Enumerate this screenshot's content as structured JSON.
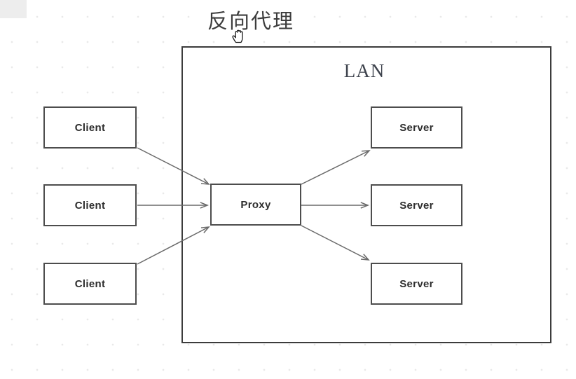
{
  "title": "反向代理",
  "cursor_icon": "grab-hand-cursor",
  "diagram": {
    "lan_label": "LAN",
    "nodes": [
      {
        "id": "client-1",
        "label": "Client"
      },
      {
        "id": "client-2",
        "label": "Client"
      },
      {
        "id": "client-3",
        "label": "Client"
      },
      {
        "id": "proxy",
        "label": "Proxy"
      },
      {
        "id": "server-1",
        "label": "Server"
      },
      {
        "id": "server-2",
        "label": "Server"
      },
      {
        "id": "server-3",
        "label": "Server"
      }
    ],
    "edges": [
      {
        "from": "client-1",
        "to": "proxy"
      },
      {
        "from": "client-2",
        "to": "proxy"
      },
      {
        "from": "client-3",
        "to": "proxy"
      },
      {
        "from": "proxy",
        "to": "server-1"
      },
      {
        "from": "proxy",
        "to": "server-2"
      },
      {
        "from": "proxy",
        "to": "server-3"
      }
    ]
  },
  "colors": {
    "box_border": "#4d4d4d",
    "lan_border": "#3c3c3c",
    "arrow": "#6a6a6a",
    "text": "#2d2d2d",
    "title_text": "#3c3c3c",
    "background": "#ffffff",
    "grid_dot": "#e4e4e4"
  }
}
